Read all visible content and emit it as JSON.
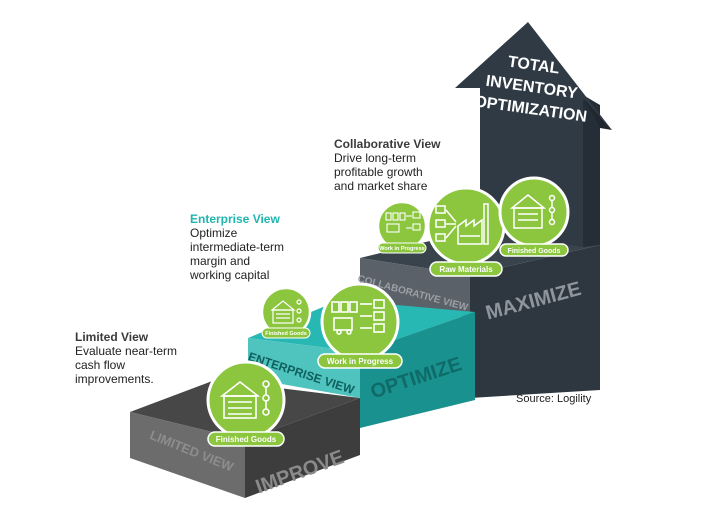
{
  "arrow_text": [
    "TOTAL",
    "INVENTORY",
    "OPTIMIZATION"
  ],
  "steps": [
    {
      "title": "Limited View",
      "desc": "Evaluate near-term\ncash flow\nimprovements.",
      "side_label": "LIMITED VIEW",
      "front_label": "IMPROVE",
      "title_color": "#3a3a3a"
    },
    {
      "title": "Enterprise View",
      "desc": "Optimize\nintermediate-term\nmargin and\nworking capital",
      "side_label": "ENTERPRISE VIEW",
      "front_label": "OPTIMIZE",
      "title_color": "#1fb5b0"
    },
    {
      "title": "Collaborative View",
      "desc": "Drive long-term\nprofitable growth\nand market share",
      "side_label": "COLLABORATIVE VIEW",
      "front_label": "MAXIMIZE",
      "title_color": "#3a3a3a"
    }
  ],
  "badges": {
    "finished_goods": "Finished Goods",
    "work_in_progress": "Work in Progress",
    "raw_materials": "Raw Materials"
  },
  "source": "Source: Logility",
  "colors": {
    "step1": "#4a4a4a",
    "step2": "#1fa9a5",
    "step3": "#2f3a44",
    "green": "#8cc63f",
    "grey_text": "#9a9a9a"
  }
}
